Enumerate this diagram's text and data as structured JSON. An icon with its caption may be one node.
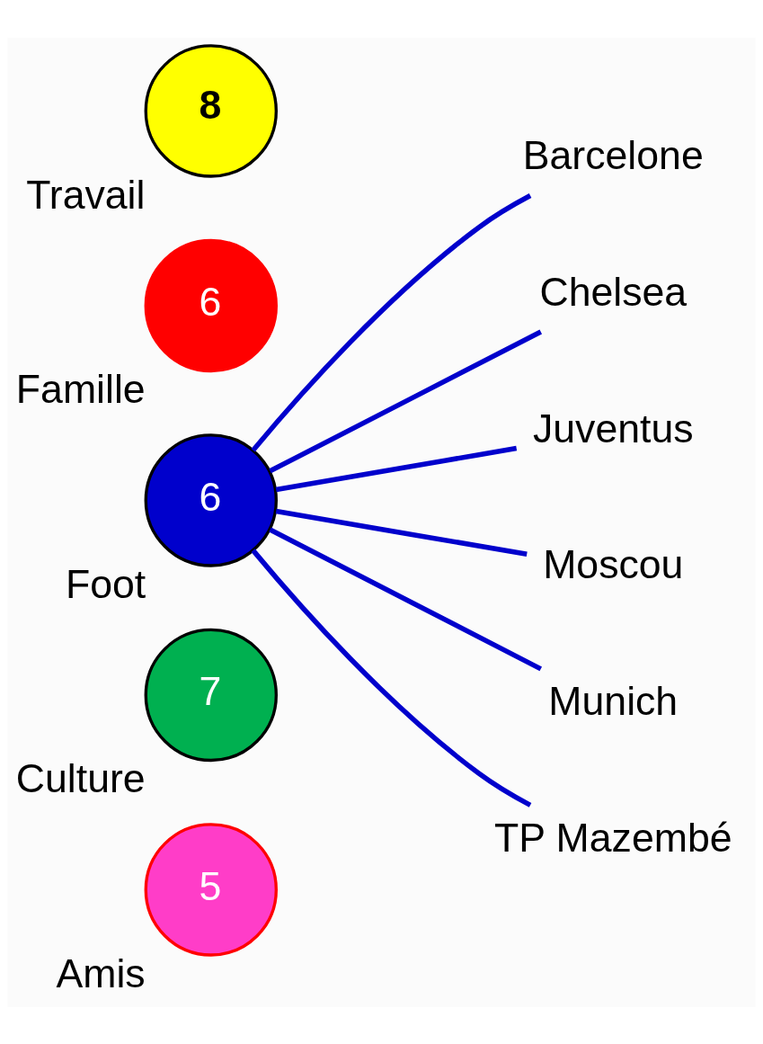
{
  "diagram": {
    "nodes": [
      {
        "text": [
          "8"
        ],
        "beside": [
          "Travail"
        ]
      },
      {
        "text": [
          "6"
        ],
        "beside": [
          "Famille"
        ]
      },
      {
        "text": [
          "6"
        ],
        "beside": [
          "Foot"
        ]
      },
      {
        "text": [
          "7"
        ],
        "beside": [
          "Culture"
        ]
      },
      {
        "text": [
          "5"
        ],
        "beside": [
          "Amis"
        ]
      },
      {
        "text": [
          "Barcelone"
        ]
      },
      {
        "text": [
          "Chelsea"
        ]
      },
      {
        "text": [
          "Juventus"
        ]
      },
      {
        "text": [
          "Moscou"
        ]
      },
      {
        "text": [
          "Munich"
        ]
      },
      {
        "text": [
          "TP Mazembé"
        ]
      }
    ],
    "edges": [
      {
        "from": 2,
        "to": 5,
        "arrow": "none"
      },
      {
        "from": 2,
        "to": 6,
        "arrow": "none"
      },
      {
        "from": 2,
        "to": 7,
        "arrow": "none"
      },
      {
        "from": 2,
        "to": 8,
        "arrow": "none"
      },
      {
        "from": 2,
        "to": 9,
        "arrow": "none"
      },
      {
        "from": 2,
        "to": 10,
        "arrow": "none"
      }
    ]
  }
}
